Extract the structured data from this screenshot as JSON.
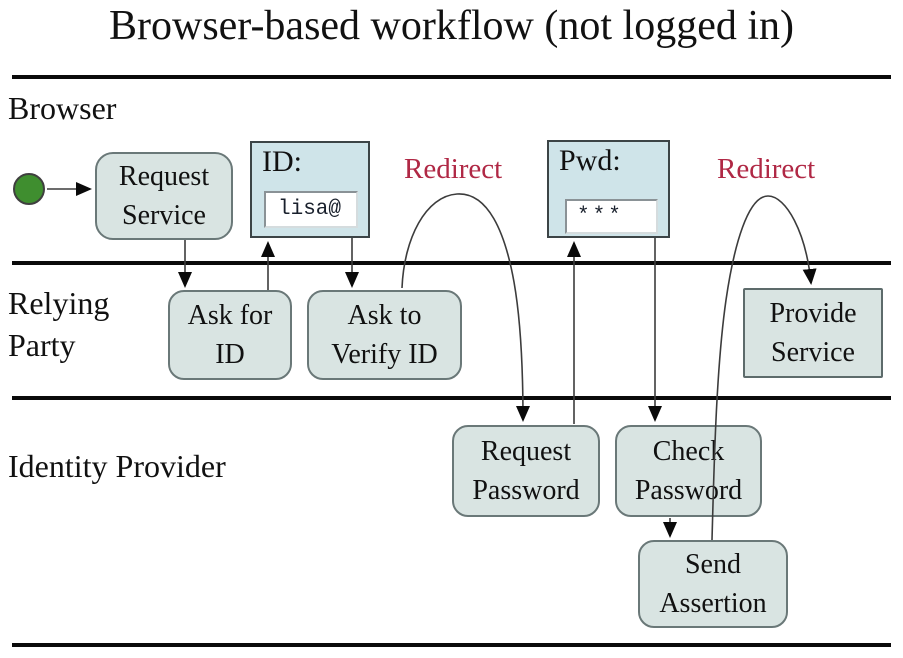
{
  "title": "Browser-based workflow (not logged in)",
  "lanes": {
    "browser": {
      "label": "Browser"
    },
    "relying_party": {
      "label": "Relying\nParty"
    },
    "identity_provider": {
      "label": "Identity Provider"
    }
  },
  "nodes": {
    "start": {
      "type": "initial-state"
    },
    "request_service": {
      "label": "Request\nService"
    },
    "ask_for_id": {
      "label": "Ask for\nID"
    },
    "ask_to_verify_id": {
      "label": "Ask to\nVerify ID"
    },
    "provide_service": {
      "label": "Provide\nService"
    },
    "request_password": {
      "label": "Request\nPassword"
    },
    "check_password": {
      "label": "Check\nPassword"
    },
    "send_assertion": {
      "label": "Send\nAssertion"
    }
  },
  "prompts": {
    "id": {
      "label": "ID:",
      "value": "lisa@"
    },
    "pwd": {
      "label": "Pwd:",
      "value": "***"
    }
  },
  "annotations": {
    "redirect_1": "Redirect",
    "redirect_2": "Redirect"
  },
  "colors": {
    "activity_fill": "#d9e4e2",
    "activity_border": "#6a7878",
    "prompt_fill": "#cfe4e9",
    "prompt_border": "#3c4446",
    "redirect_text": "#b02845",
    "start_fill": "#3f8e2f",
    "lane_line": "#0a0a0a"
  }
}
